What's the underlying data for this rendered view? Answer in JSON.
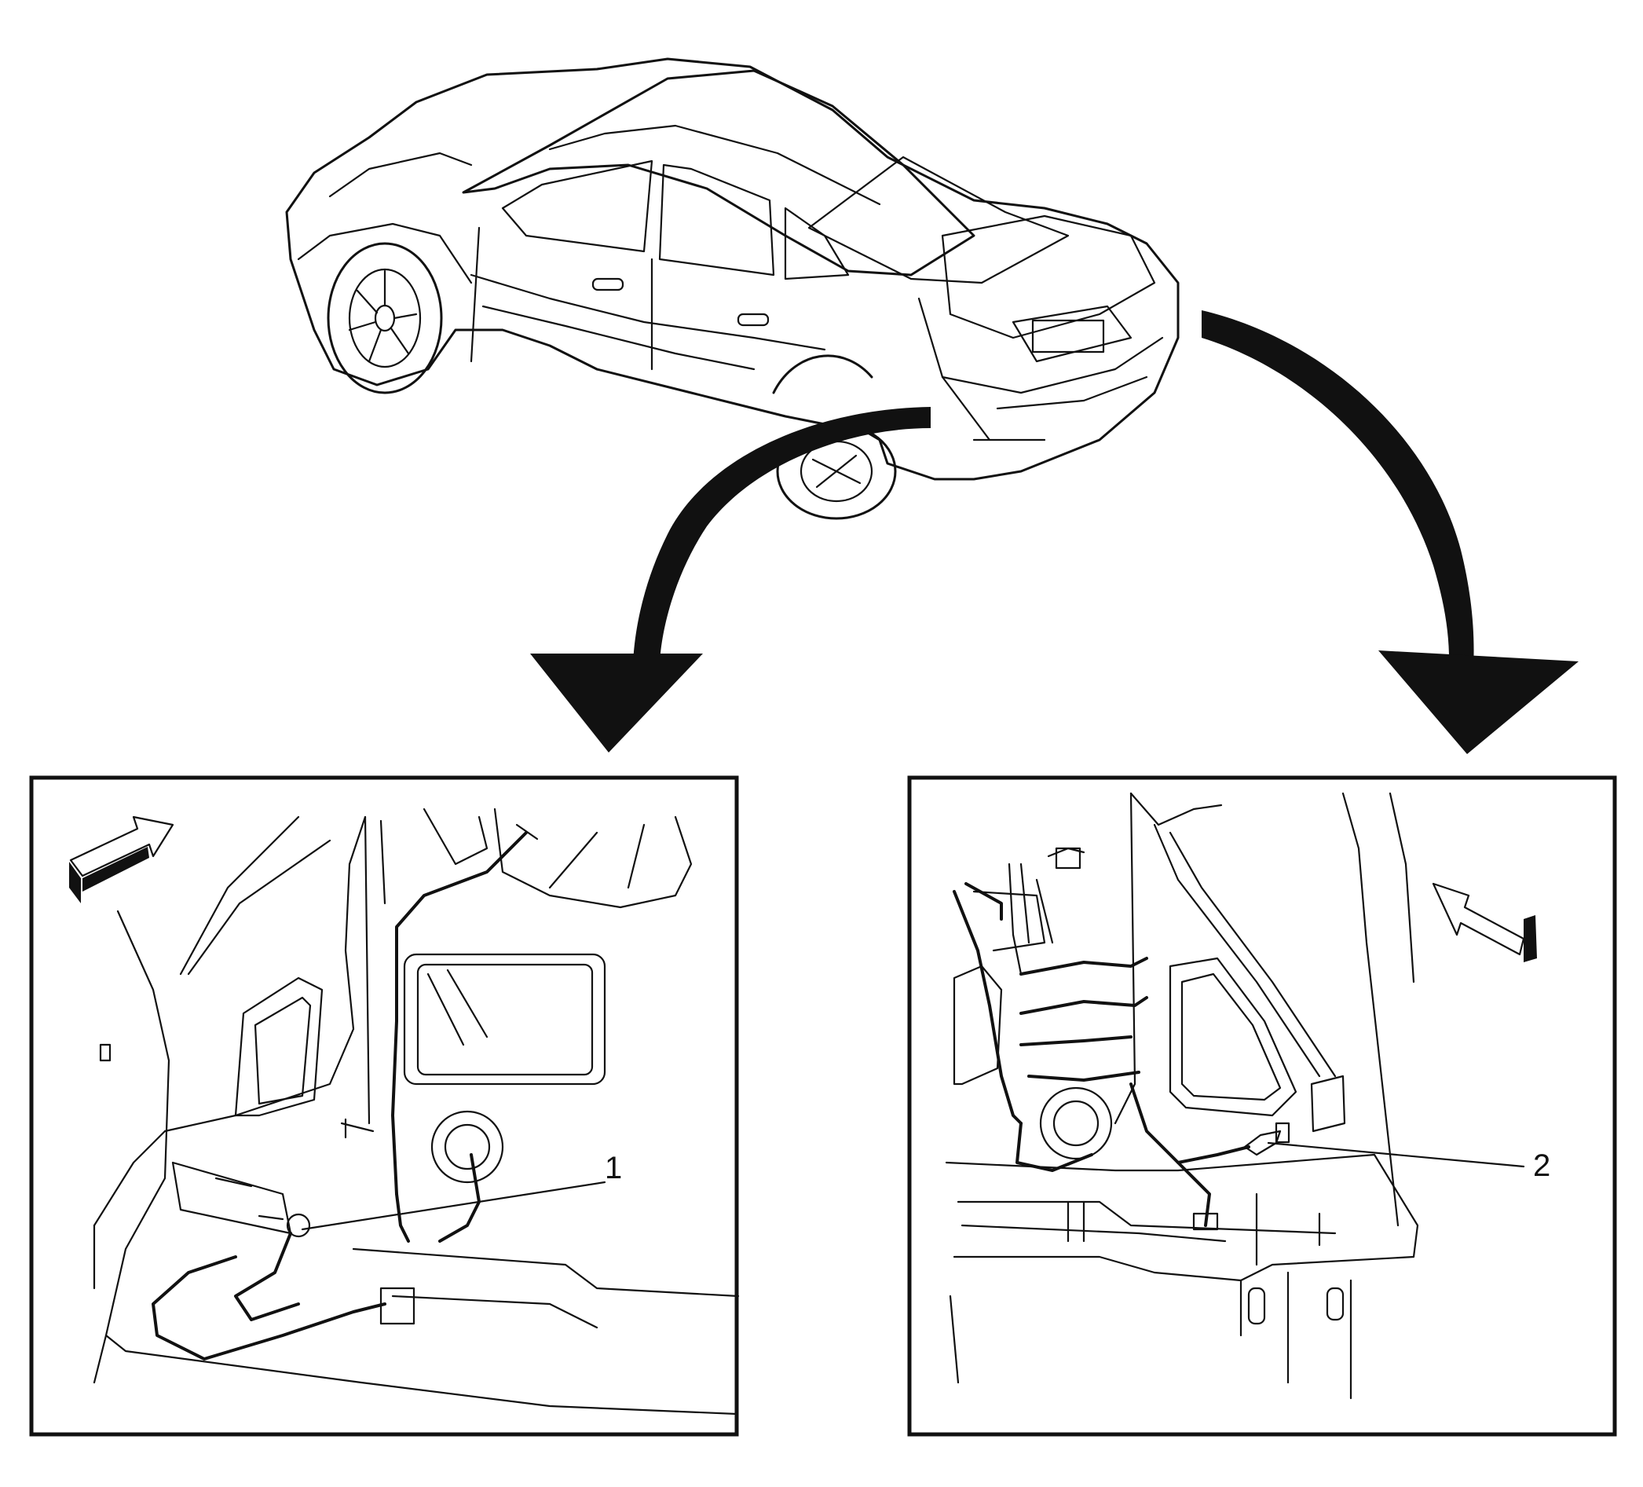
{
  "callouts": [
    {
      "label": "1"
    },
    {
      "label": "2"
    }
  ],
  "colors": {
    "line": "#111111",
    "background": "#ffffff"
  },
  "icons": [
    "car-illustration",
    "curved-arrow-left",
    "curved-arrow-right",
    "forward-direction-arrow",
    "forward-direction-arrow"
  ]
}
